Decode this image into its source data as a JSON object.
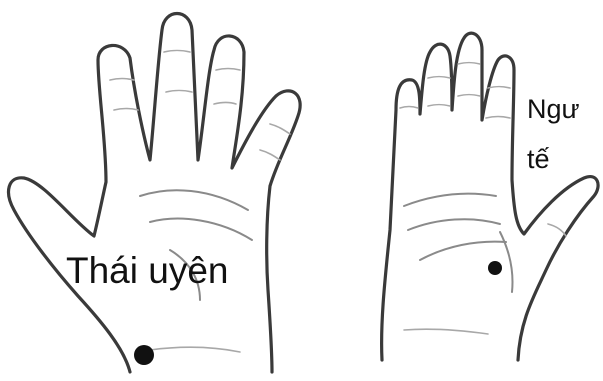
{
  "labels": {
    "thai_uyen": "Thái uyên",
    "ngu": "Ngư",
    "te": "tế"
  },
  "colors": {
    "outline": "#3a3a3a",
    "point": "#111111"
  }
}
